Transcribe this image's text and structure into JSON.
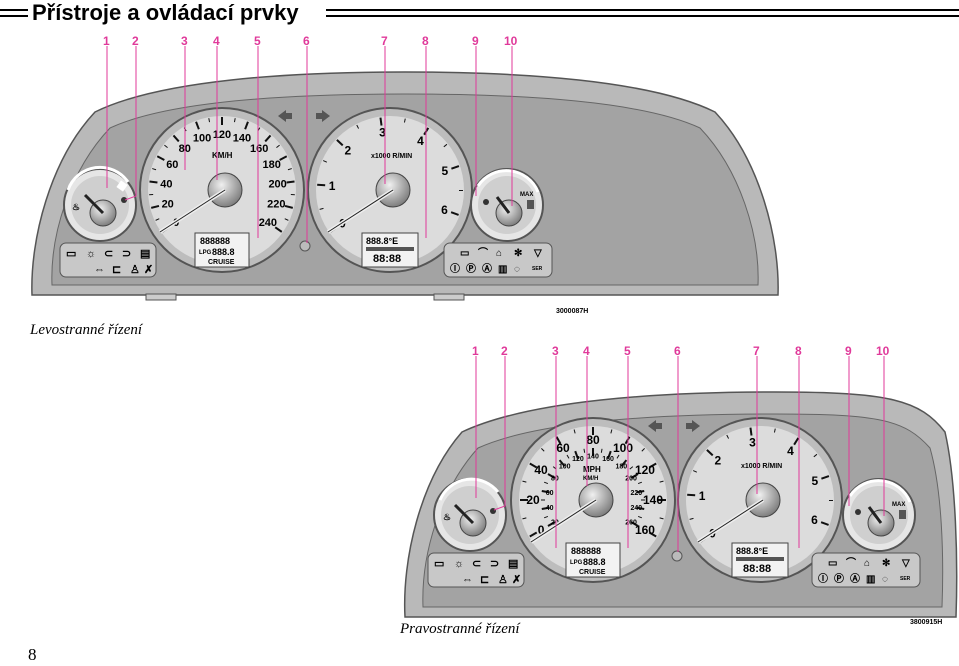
{
  "header": {
    "title": "Přístroje a ovládací prvky"
  },
  "callouts": [
    "1",
    "2",
    "3",
    "4",
    "5",
    "6",
    "7",
    "8",
    "9",
    "10"
  ],
  "panel_top": {
    "caption": "Levostranné řízení",
    "code": "3000087H",
    "speed_labels": [
      "0",
      "20",
      "40",
      "60",
      "80",
      "100",
      "120",
      "140",
      "160",
      "180",
      "200",
      "220",
      "240"
    ],
    "speed_unit": "KM/H",
    "tach_labels": [
      "0",
      "1",
      "2",
      "3",
      "4",
      "5",
      "6"
    ],
    "tach_unit": "x1000 R/MIN",
    "odo": "888888",
    "lpg_label": "LPG",
    "lpg_value": "888.8",
    "cruise": "CRUISE",
    "temp_display": "888.8°E",
    "clock": "88:88",
    "fuel_max": "MAX"
  },
  "panel_bottom": {
    "caption": "Pravostranné řízení",
    "code": "3800915H",
    "speed_labels": [
      "0",
      "20",
      "40",
      "60",
      "80",
      "100",
      "120",
      "140",
      "160"
    ],
    "speed_inner_labels": [
      "20",
      "40",
      "60",
      "80",
      "100",
      "120",
      "140",
      "160",
      "180",
      "200",
      "220",
      "240",
      "260"
    ],
    "speed_unit": "MPH",
    "speed_unit2": "KM/H",
    "tach_labels": [
      "0",
      "1",
      "2",
      "3",
      "4",
      "5",
      "6"
    ],
    "tach_unit": "x1000 R/MIN",
    "odo": "888888",
    "lpg_label": "LPG",
    "lpg_value": "888.8",
    "cruise": "CRUISE",
    "temp_display": "888.8°E",
    "clock": "88:88",
    "fuel_max": "MAX"
  },
  "page_number": "8",
  "colors": {
    "callout": "#e0399a",
    "panel_outer": "#b9b9b9",
    "panel_inner": "#9a9a9a",
    "dial_face": "#dcdcdc"
  }
}
